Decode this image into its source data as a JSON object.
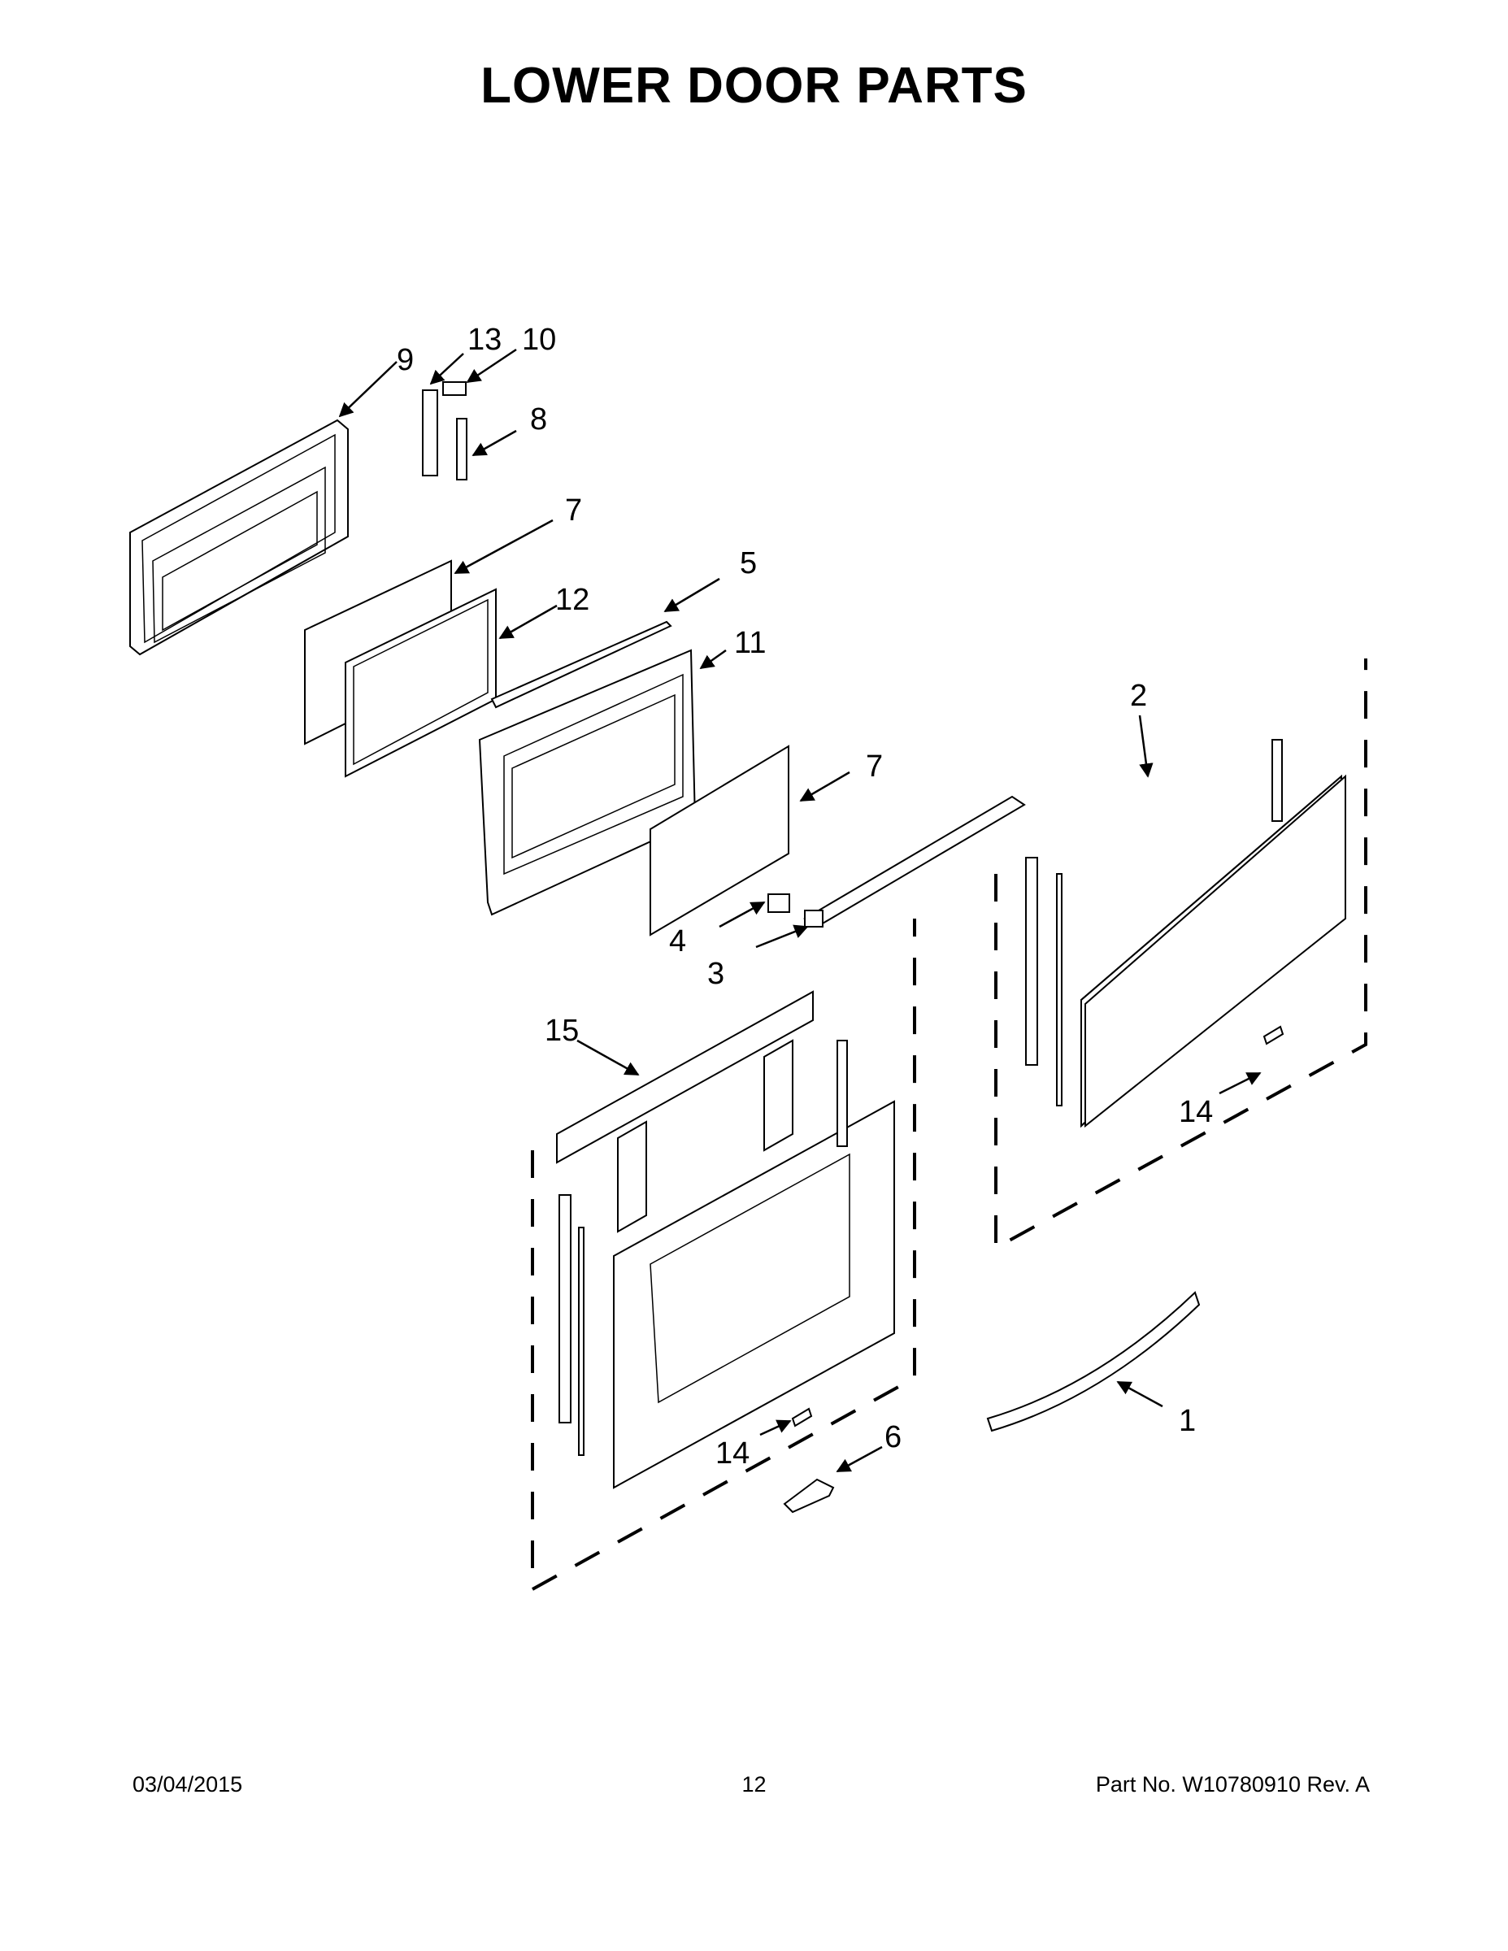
{
  "title": "LOWER DOOR PARTS",
  "callouts": {
    "c1": "1",
    "c2": "2",
    "c3": "3",
    "c4": "4",
    "c5": "5",
    "c6": "6",
    "c7a": "7",
    "c7b": "7",
    "c8": "8",
    "c9": "9",
    "c10": "10",
    "c11": "11",
    "c12": "12",
    "c13": "13",
    "c14a": "14",
    "c14b": "14",
    "c15": "15"
  },
  "footer": {
    "date": "03/04/2015",
    "page": "12",
    "part_no": "Part No.  W10780910  Rev.  A"
  }
}
